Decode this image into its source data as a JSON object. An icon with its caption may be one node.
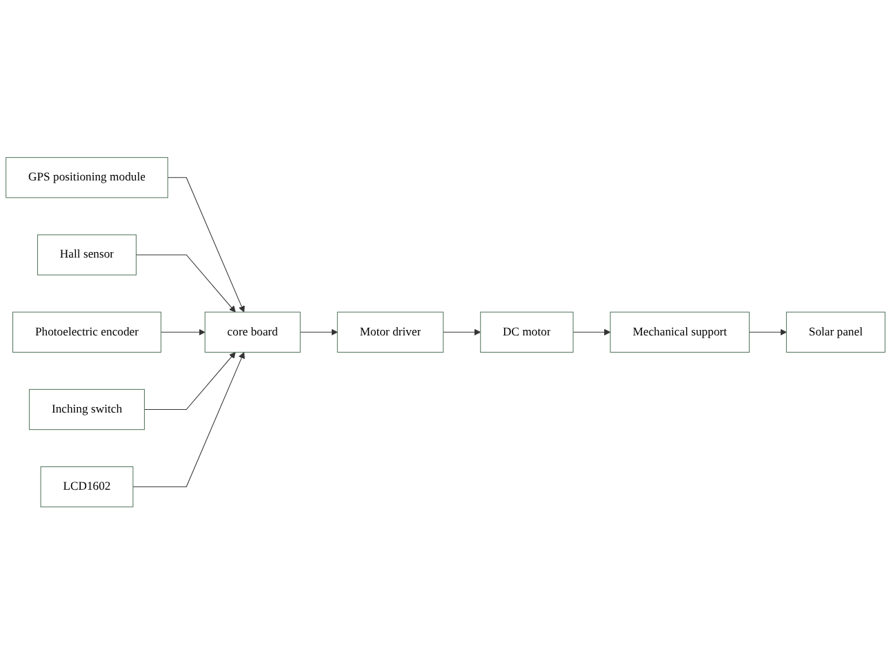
{
  "diagram": {
    "nodes": [
      {
        "text": [
          "Solar panel"
        ]
      },
      {
        "text": [
          "GPS positioning module"
        ]
      },
      {
        "text": [
          "Hall sensor"
        ]
      },
      {
        "text": [
          "Photoelectric encoder"
        ]
      },
      {
        "text": [
          "Inching switch"
        ]
      },
      {
        "text": [
          "LCD1602"
        ]
      },
      {
        "text": [
          "core board"
        ]
      },
      {
        "text": [
          "Motor driver"
        ]
      },
      {
        "text": [
          "DC motor"
        ]
      },
      {
        "text": [
          "Mechanical support"
        ]
      }
    ],
    "edges": [
      {
        "from": 1,
        "to": 6,
        "arrow": "to"
      },
      {
        "from": 2,
        "to": 6,
        "arrow": "to"
      },
      {
        "from": 3,
        "to": 6,
        "arrow": "to"
      },
      {
        "from": 4,
        "to": 6,
        "arrow": "to"
      },
      {
        "from": 5,
        "to": 6,
        "arrow": "to"
      },
      {
        "from": 6,
        "to": 7,
        "arrow": "to"
      },
      {
        "from": 7,
        "to": 8,
        "arrow": "to"
      },
      {
        "from": 8,
        "to": 9,
        "arrow": "to"
      },
      {
        "from": 9,
        "to": 0,
        "arrow": "to"
      }
    ]
  }
}
